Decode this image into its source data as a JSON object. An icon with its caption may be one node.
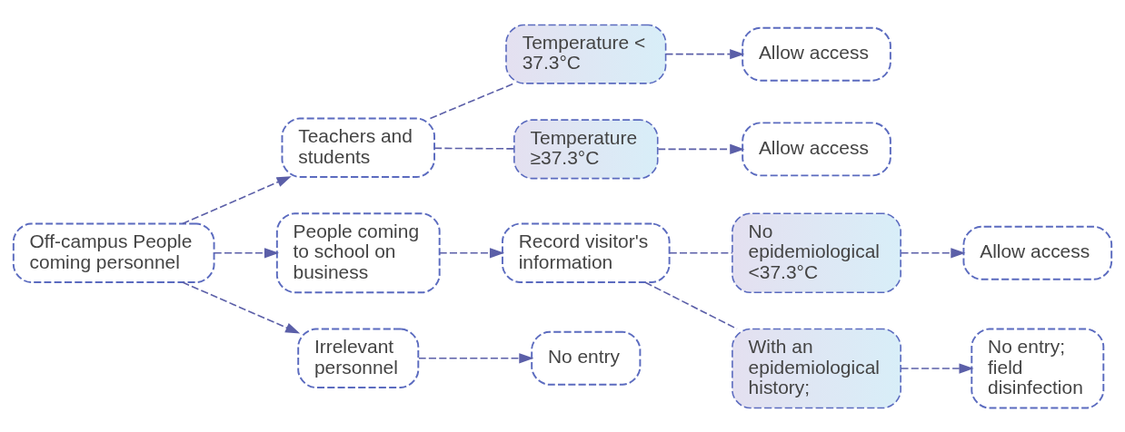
{
  "diagram": {
    "nodes": [
      {
        "text": [
          "Off-campus People coming personnel"
        ]
      },
      {
        "text": [
          "Teachers and students"
        ]
      },
      {
        "text": [
          "Temperature < 37.3°C"
        ]
      },
      {
        "text": [
          "Allow access"
        ]
      },
      {
        "text": [
          "Temperature ≥37.3°C"
        ]
      },
      {
        "text": [
          "Allow access"
        ]
      },
      {
        "text": [
          "People coming to school on business"
        ]
      },
      {
        "text": [
          "Record visitor's information"
        ]
      },
      {
        "text": [
          "No epidemiological <37.3°C"
        ]
      },
      {
        "text": [
          "Allow access"
        ]
      },
      {
        "text": [
          "With an epidemiological history;"
        ]
      },
      {
        "text": [
          "No entry; field disinfection"
        ]
      },
      {
        "text": [
          "Irrelevant personnel"
        ]
      },
      {
        "text": [
          "No entry"
        ]
      }
    ],
    "edges": [
      {
        "from": 0,
        "to": 1,
        "arrow": "to",
        "style": "dashed"
      },
      {
        "from": 0,
        "to": 6,
        "arrow": "to",
        "style": "dashed"
      },
      {
        "from": 0,
        "to": 12,
        "arrow": "to",
        "style": "dashed"
      },
      {
        "from": 1,
        "to": 2,
        "arrow": "none",
        "style": "dashed"
      },
      {
        "from": 1,
        "to": 4,
        "arrow": "none",
        "style": "dashed"
      },
      {
        "from": 2,
        "to": 3,
        "arrow": "to",
        "style": "dashed"
      },
      {
        "from": 4,
        "to": 5,
        "arrow": "to",
        "style": "dashed"
      },
      {
        "from": 6,
        "to": 7,
        "arrow": "to",
        "style": "dashed"
      },
      {
        "from": 7,
        "to": 8,
        "arrow": "none",
        "style": "dashed"
      },
      {
        "from": 7,
        "to": 10,
        "arrow": "none",
        "style": "dashed"
      },
      {
        "from": 8,
        "to": 9,
        "arrow": "to",
        "style": "dashed"
      },
      {
        "from": 10,
        "to": 11,
        "arrow": "to",
        "style": "dashed"
      },
      {
        "from": 12,
        "to": 13,
        "arrow": "to",
        "style": "dashed"
      }
    ]
  }
}
